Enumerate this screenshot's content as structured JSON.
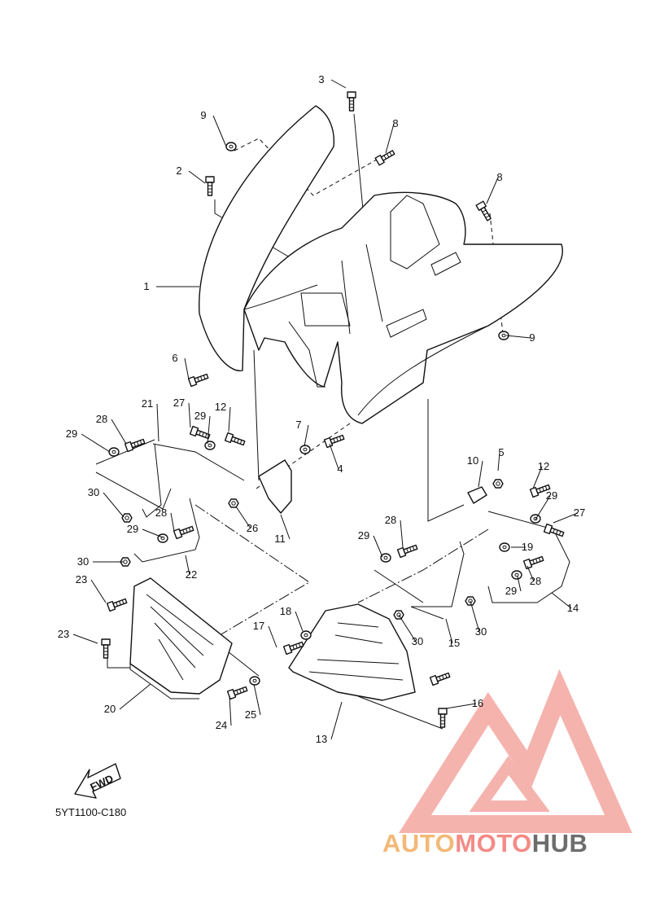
{
  "diagram": {
    "code": "5YT1100-C180",
    "fwd_label": "FWD",
    "callouts": [
      {
        "id": "c1",
        "text": "1"
      },
      {
        "id": "c2",
        "text": "2"
      },
      {
        "id": "c3",
        "text": "3"
      },
      {
        "id": "c4",
        "text": "4"
      },
      {
        "id": "c5",
        "text": "5"
      },
      {
        "id": "c6",
        "text": "6"
      },
      {
        "id": "c7",
        "text": "7"
      },
      {
        "id": "c8a",
        "text": "8"
      },
      {
        "id": "c8b",
        "text": "8"
      },
      {
        "id": "c9a",
        "text": "9"
      },
      {
        "id": "c9b",
        "text": "9"
      },
      {
        "id": "c10",
        "text": "10"
      },
      {
        "id": "c11",
        "text": "11"
      },
      {
        "id": "c12a",
        "text": "12"
      },
      {
        "id": "c12b",
        "text": "12"
      },
      {
        "id": "c13",
        "text": "13"
      },
      {
        "id": "c14",
        "text": "14"
      },
      {
        "id": "c15",
        "text": "15"
      },
      {
        "id": "c16",
        "text": "16"
      },
      {
        "id": "c17",
        "text": "17"
      },
      {
        "id": "c18",
        "text": "18"
      },
      {
        "id": "c19",
        "text": "19"
      },
      {
        "id": "c20",
        "text": "20"
      },
      {
        "id": "c21",
        "text": "21"
      },
      {
        "id": "c22",
        "text": "22"
      },
      {
        "id": "c23a",
        "text": "23"
      },
      {
        "id": "c23b",
        "text": "23"
      },
      {
        "id": "c24",
        "text": "24"
      },
      {
        "id": "c25",
        "text": "25"
      },
      {
        "id": "c26",
        "text": "26"
      },
      {
        "id": "c27a",
        "text": "27"
      },
      {
        "id": "c27b",
        "text": "27"
      },
      {
        "id": "c28a",
        "text": "28"
      },
      {
        "id": "c28b",
        "text": "28"
      },
      {
        "id": "c28c",
        "text": "28"
      },
      {
        "id": "c28d",
        "text": "28"
      },
      {
        "id": "c29a",
        "text": "29"
      },
      {
        "id": "c29b",
        "text": "29"
      },
      {
        "id": "c29c",
        "text": "29"
      },
      {
        "id": "c29d",
        "text": "29"
      },
      {
        "id": "c29e",
        "text": "29"
      },
      {
        "id": "c29f",
        "text": "29"
      },
      {
        "id": "c30a",
        "text": "30"
      },
      {
        "id": "c30b",
        "text": "30"
      },
      {
        "id": "c30c",
        "text": "30"
      },
      {
        "id": "c30d",
        "text": "30"
      }
    ]
  },
  "watermark": {
    "part1": "AUTO",
    "part2": "MOTO",
    "part3": "HUB",
    "color_triangle": "#f4a6a0",
    "color_auto": "#f3b977",
    "color_moto": "#f48b86",
    "color_hub": "#6d6d6d"
  }
}
